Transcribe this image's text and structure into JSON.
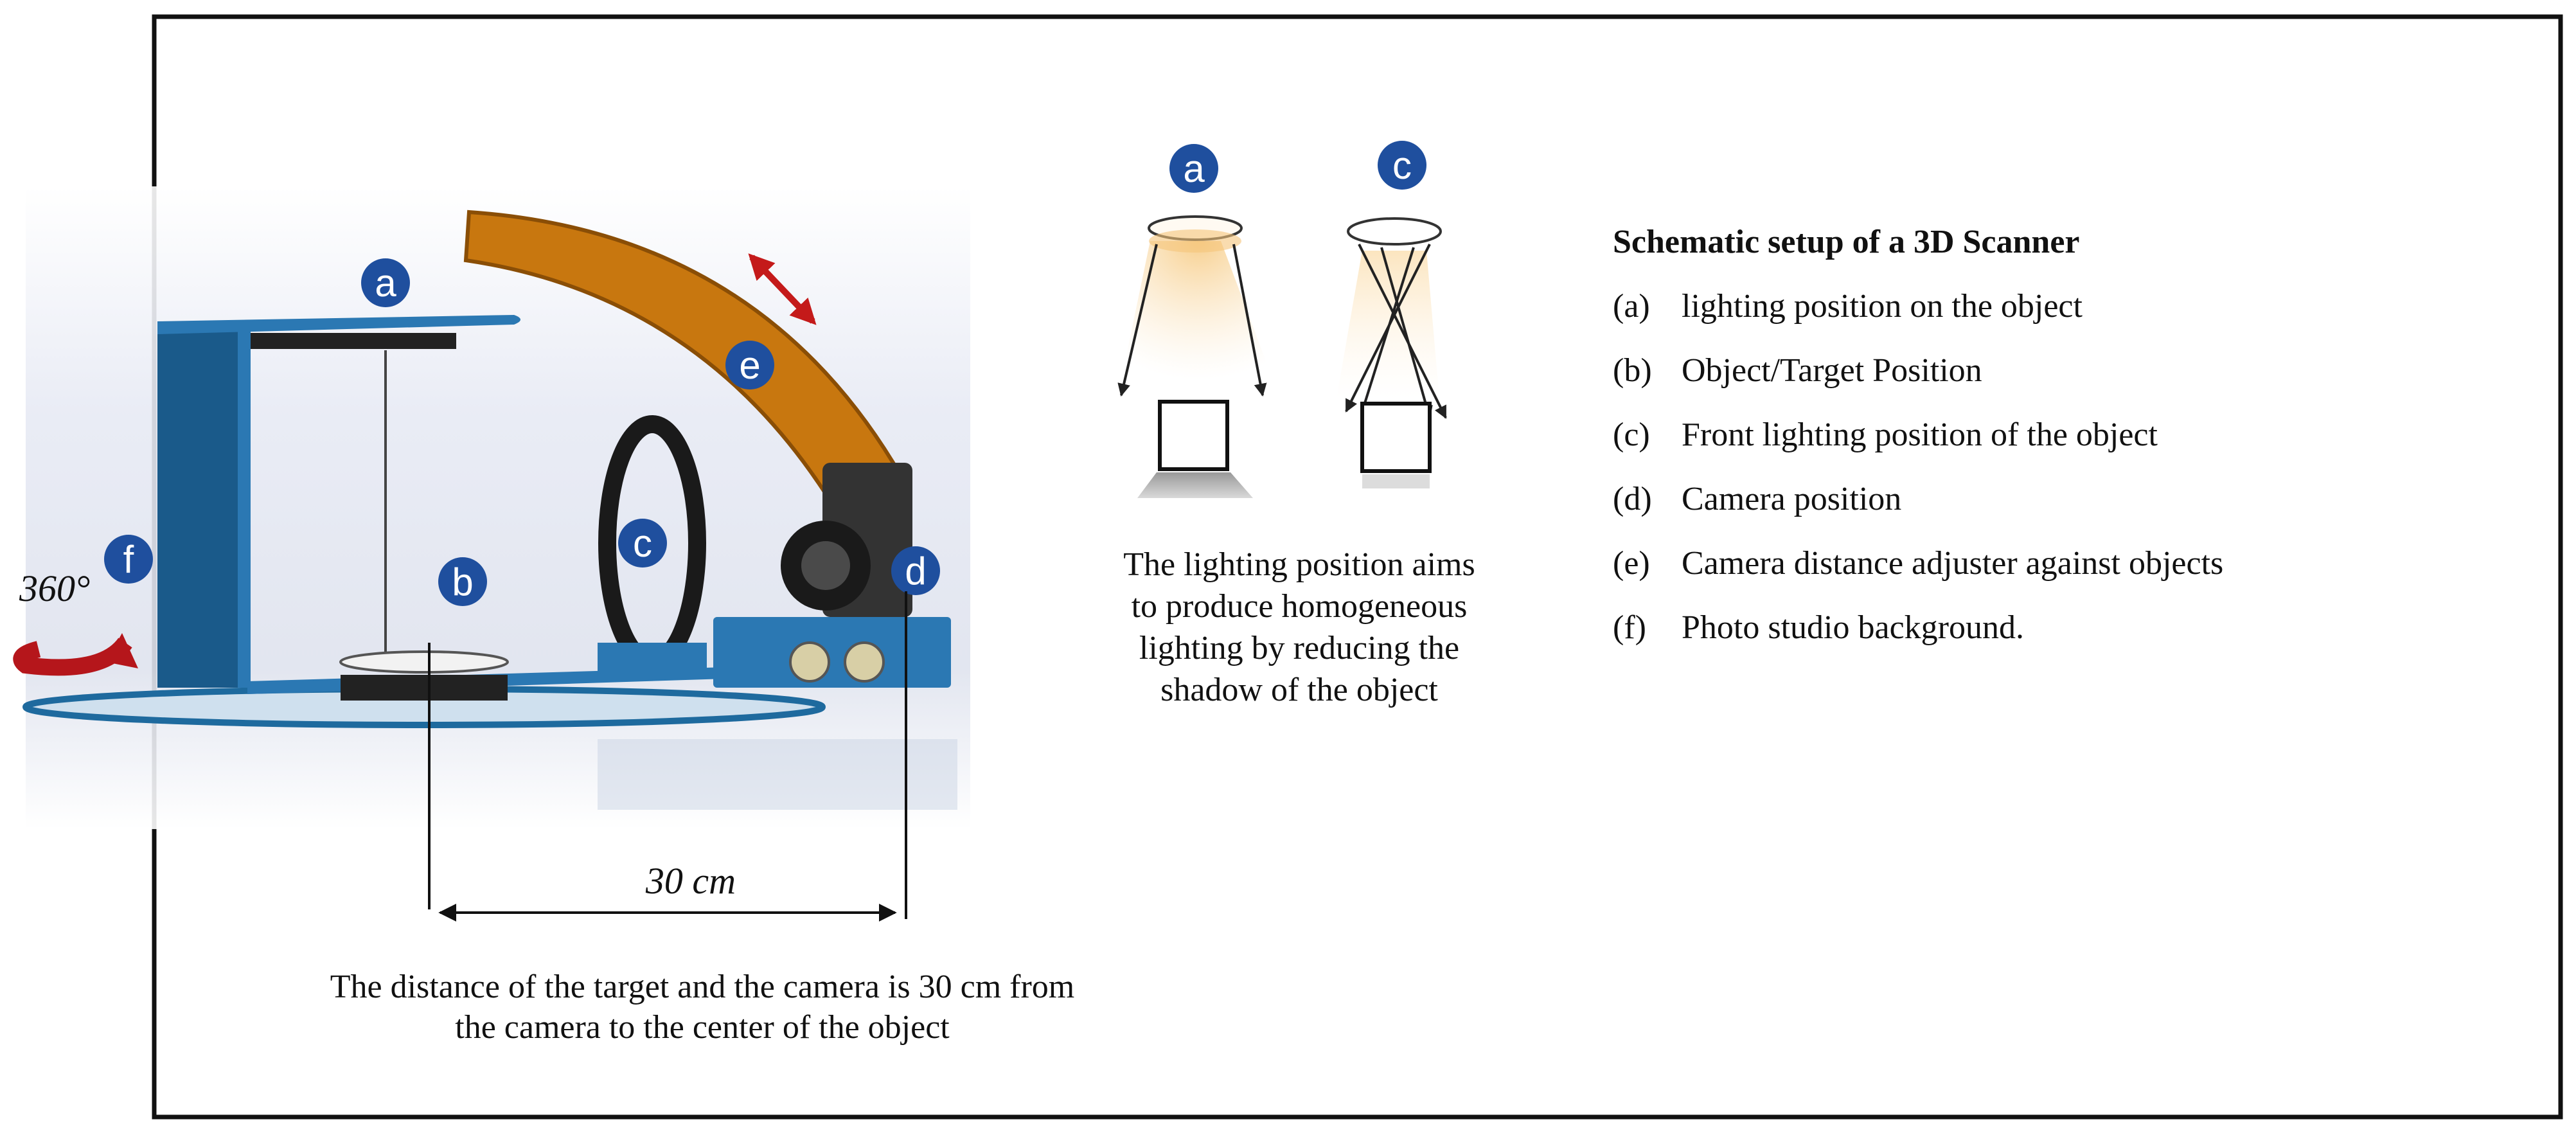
{
  "labels": {
    "a": "a",
    "b": "b",
    "c": "c",
    "d": "d",
    "e": "e",
    "f": "f"
  },
  "rotation_label": "360°",
  "distance_label": "30 cm",
  "distance_caption": [
    "The distance of the target and the camera is 30 cm from",
    "the camera to the center of the object"
  ],
  "lighting_caption": [
    "The lighting position aims",
    "to produce homogeneous",
    "lighting by reducing the",
    "shadow of the object"
  ],
  "legend": {
    "title": "Schematic setup of a 3D Scanner",
    "items": [
      {
        "key": "(a)",
        "text": "lighting position on the object"
      },
      {
        "key": "(b)",
        "text": "Object/Target Position"
      },
      {
        "key": "(c)",
        "text": "Front lighting position of the object"
      },
      {
        "key": "(d)",
        "text": "Camera position"
      },
      {
        "key": "(e)",
        "text": "Camera distance adjuster against objects"
      },
      {
        "key": "(f)",
        "text": "Photo studio background."
      }
    ]
  },
  "colors": {
    "badge": "#1f4f9e",
    "frame_blue": "#1e6a9e",
    "arm_orange": "#c8770f",
    "arrow_red": "#c41a1a"
  }
}
